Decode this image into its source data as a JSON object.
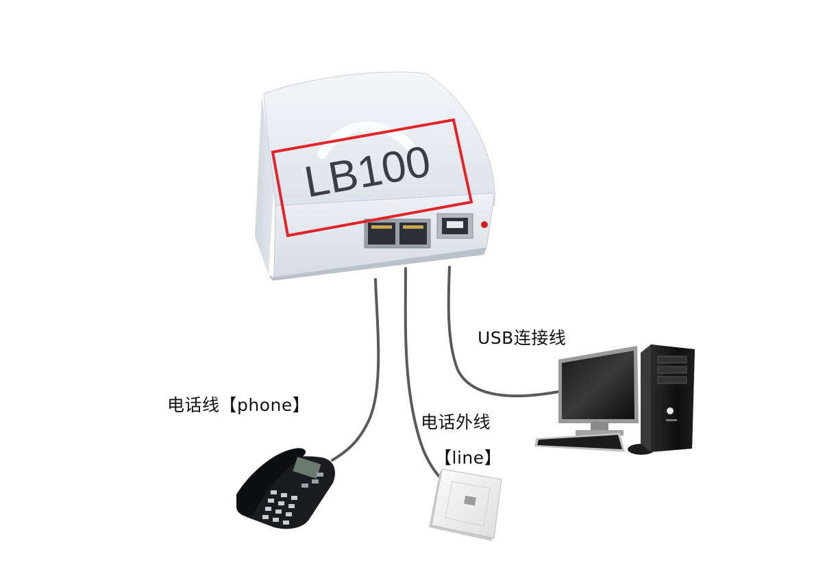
{
  "device": {
    "model_label": "LB100",
    "highlight_color": "#e0242a"
  },
  "labels": {
    "usb": "USB连接线",
    "phone": "电话线【phone】",
    "line_cn": "电话外线",
    "line_en": "【line】"
  },
  "colors": {
    "cable": "#5a5a5a",
    "device_body": "#e4e9ef",
    "indicator_led": "#d21f24"
  }
}
